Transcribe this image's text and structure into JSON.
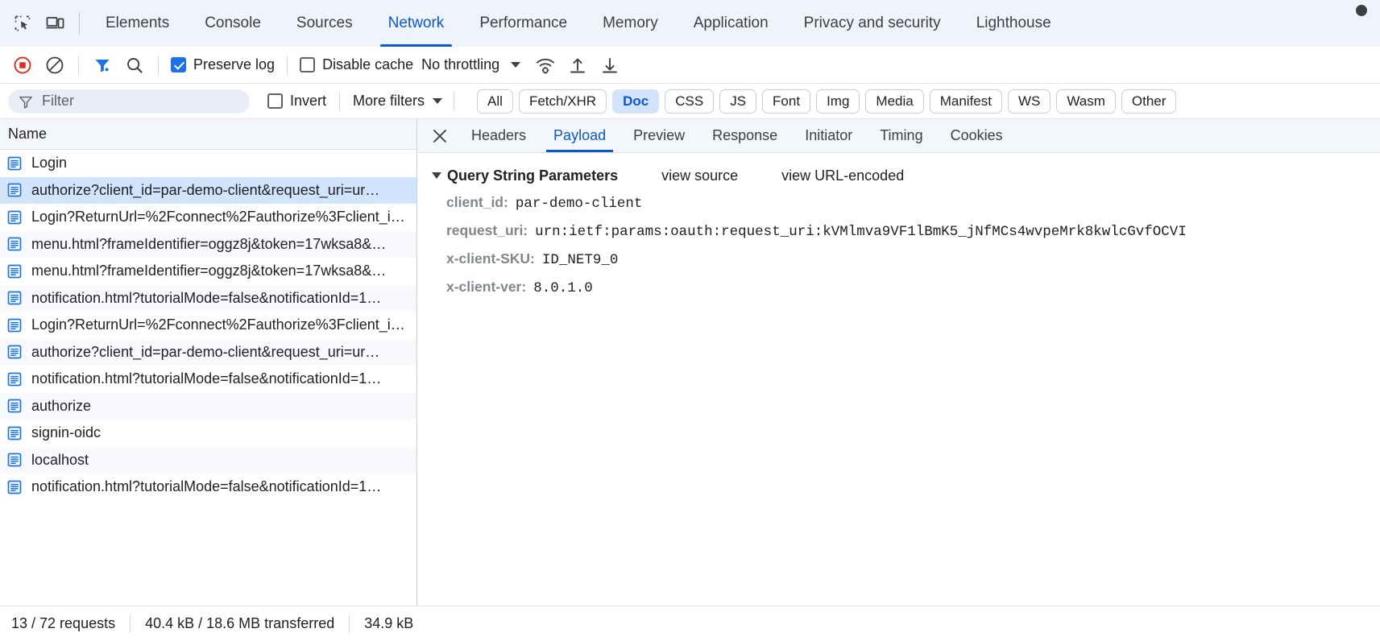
{
  "devtools": {
    "inspect_icon": "inspect-element-icon",
    "device_icon": "device-toolbar-icon",
    "overflow_icon": "more-tabs-dot",
    "panels": [
      {
        "label": "Elements",
        "active": false
      },
      {
        "label": "Console",
        "active": false
      },
      {
        "label": "Sources",
        "active": false
      },
      {
        "label": "Network",
        "active": true
      },
      {
        "label": "Performance",
        "active": false
      },
      {
        "label": "Memory",
        "active": false
      },
      {
        "label": "Application",
        "active": false
      },
      {
        "label": "Privacy and security",
        "active": false
      },
      {
        "label": "Lighthouse",
        "active": false
      }
    ]
  },
  "toolbar": {
    "record_icon": "record-stop-icon",
    "clear_icon": "clear-network-log-icon",
    "filter_icon": "filter-funnel-icon",
    "search_icon": "search-icon",
    "preserve_log_label": "Preserve log",
    "preserve_log_checked": true,
    "disable_cache_label": "Disable cache",
    "disable_cache_checked": false,
    "throttling_value": "No throttling",
    "throttle_caret_icon": "chevron-down-icon",
    "network_conditions_icon": "wifi-settings-icon",
    "import_icon": "import-har-icon",
    "export_icon": "export-har-icon"
  },
  "filterbar": {
    "filter_icon": "filter-funnel-icon",
    "filter_placeholder": "Filter",
    "filter_value": "",
    "invert_label": "Invert",
    "invert_checked": false,
    "more_filters_label": "More filters",
    "more_filters_caret_icon": "chevron-down-icon",
    "type_chips": [
      {
        "label": "All",
        "active": false
      },
      {
        "label": "Fetch/XHR",
        "active": false
      },
      {
        "label": "Doc",
        "active": true
      },
      {
        "label": "CSS",
        "active": false
      },
      {
        "label": "JS",
        "active": false
      },
      {
        "label": "Font",
        "active": false
      },
      {
        "label": "Img",
        "active": false
      },
      {
        "label": "Media",
        "active": false
      },
      {
        "label": "Manifest",
        "active": false
      },
      {
        "label": "WS",
        "active": false
      },
      {
        "label": "Wasm",
        "active": false
      },
      {
        "label": "Other",
        "active": false
      }
    ]
  },
  "request_list": {
    "column_header": "Name",
    "row_icon": "document-request-icon",
    "rows": [
      {
        "name": "Login",
        "selected": false
      },
      {
        "name": "authorize?client_id=par-demo-client&request_uri=ur…",
        "selected": true
      },
      {
        "name": "Login?ReturnUrl=%2Fconnect%2Fauthorize%3Fclient_i…",
        "selected": false
      },
      {
        "name": "menu.html?frameIdentifier=oggz8j&token=17wksa8&…",
        "selected": false
      },
      {
        "name": "menu.html?frameIdentifier=oggz8j&token=17wksa8&…",
        "selected": false
      },
      {
        "name": "notification.html?tutorialMode=false&notificationId=1…",
        "selected": false
      },
      {
        "name": "Login?ReturnUrl=%2Fconnect%2Fauthorize%3Fclient_i…",
        "selected": false
      },
      {
        "name": "authorize?client_id=par-demo-client&request_uri=ur…",
        "selected": false
      },
      {
        "name": "notification.html?tutorialMode=false&notificationId=1…",
        "selected": false
      },
      {
        "name": "authorize",
        "selected": false
      },
      {
        "name": "signin-oidc",
        "selected": false
      },
      {
        "name": "localhost",
        "selected": false
      },
      {
        "name": "notification.html?tutorialMode=false&notificationId=1…",
        "selected": false
      }
    ]
  },
  "detail": {
    "close_icon": "close-icon",
    "tabs": [
      {
        "label": "Headers",
        "active": false
      },
      {
        "label": "Payload",
        "active": true
      },
      {
        "label": "Preview",
        "active": false
      },
      {
        "label": "Response",
        "active": false
      },
      {
        "label": "Initiator",
        "active": false
      },
      {
        "label": "Timing",
        "active": false
      },
      {
        "label": "Cookies",
        "active": false
      }
    ],
    "payload": {
      "section_title": "Query String Parameters",
      "disclosure_icon": "triangle-down-icon",
      "view_source_label": "view source",
      "view_url_encoded_label": "view URL-encoded",
      "params": [
        {
          "key": "client_id:",
          "value": "par-demo-client"
        },
        {
          "key": "request_uri:",
          "value": "urn:ietf:params:oauth:request_uri:kVMlmva9VF1lBmK5_jNfMCs4wvpeMrk8kwlcGvfOCVI"
        },
        {
          "key": "x-client-SKU:",
          "value": "ID_NET9_0"
        },
        {
          "key": "x-client-ver:",
          "value": "8.0.1.0"
        }
      ]
    }
  },
  "statusbar": {
    "requests": "13 / 72 requests",
    "transferred": "40.4 kB / 18.6 MB transferred",
    "resources": "34.9 kB"
  },
  "colors": {
    "accent": "#0b57d0",
    "chip_active_bg": "#d3e3fd",
    "row_selected_bg": "#d2e3fc",
    "record_red": "#d93025",
    "tabbar_bg": "#eff3fa"
  }
}
